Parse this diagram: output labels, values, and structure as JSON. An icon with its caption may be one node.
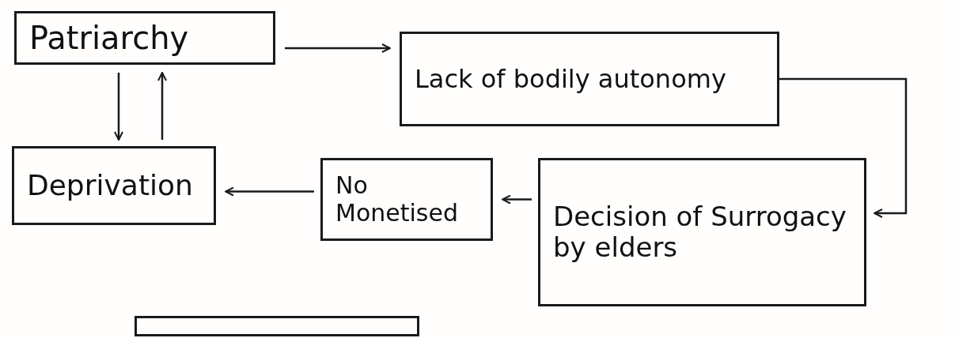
{
  "diagram": {
    "nodes": [
      {
        "text": [
          "Patriarchy"
        ]
      },
      {
        "text": [
          "Lack of bodily autonomy"
        ]
      },
      {
        "text": [
          "Deprivation"
        ]
      },
      {
        "text": [
          "No Monetised"
        ]
      },
      {
        "text": [
          "Decision of Surrogacy by elders"
        ]
      },
      {
        "text": [],
        "shape": "box"
      }
    ],
    "edges": [
      {
        "from": 0,
        "to": 1,
        "arrow": "to"
      },
      {
        "from": 1,
        "to": 4,
        "arrow": "to"
      },
      {
        "from": 4,
        "to": 3,
        "arrow": "to"
      },
      {
        "from": 3,
        "to": 2,
        "arrow": "to"
      },
      {
        "from": 0,
        "to": 2,
        "arrow": "to"
      },
      {
        "from": 2,
        "to": 0,
        "arrow": "to"
      }
    ]
  }
}
